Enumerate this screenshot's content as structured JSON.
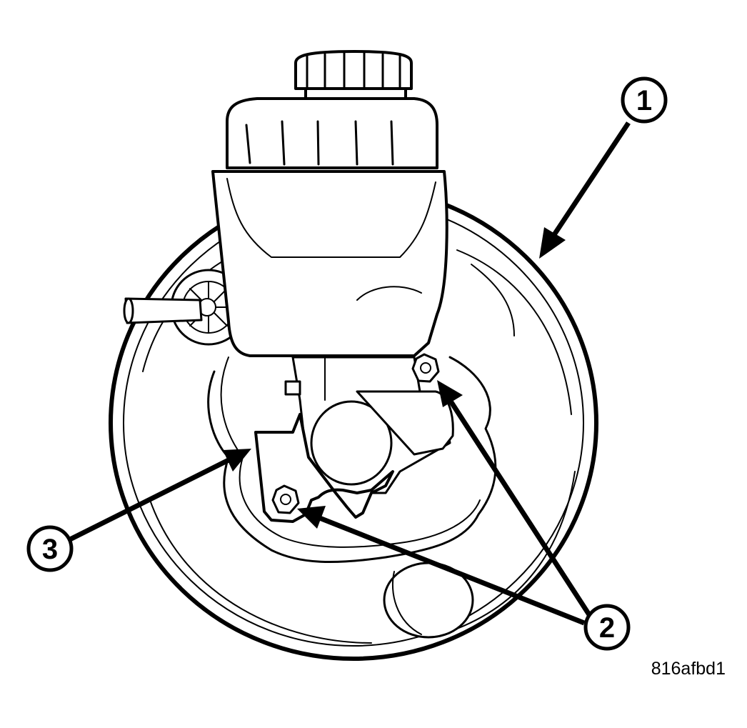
{
  "diagram": {
    "callouts": [
      {
        "id": "callout-1",
        "label": "1"
      },
      {
        "id": "callout-2",
        "label": "2"
      },
      {
        "id": "callout-3",
        "label": "3"
      }
    ],
    "figure_id": "816afbd1"
  }
}
